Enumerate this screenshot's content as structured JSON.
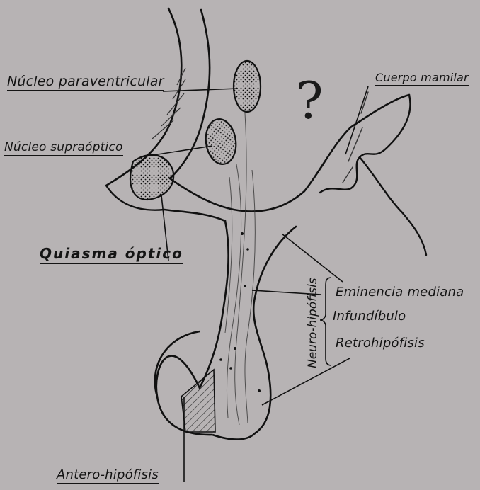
{
  "labels": {
    "nucleo_paraventricular": "Núcleo paraventricular",
    "nucleo_supraoptico": "Núcleo supraóptico",
    "quiasma_optico": "Quiasma óptico",
    "cuerpo_mamilar": "Cuerpo mamilar",
    "neuro_hipofisis": "Neuro-hipófisis",
    "eminencia_mediana": "Eminencia mediana",
    "infundibulo": "Infundíbulo",
    "retrohipofisis": "Retrohipófisis",
    "antero_hipofisis": "Antero-hipófisis",
    "question_mark": "?"
  },
  "colors": {
    "background": "#b7b3b4",
    "ink": "#141414"
  }
}
